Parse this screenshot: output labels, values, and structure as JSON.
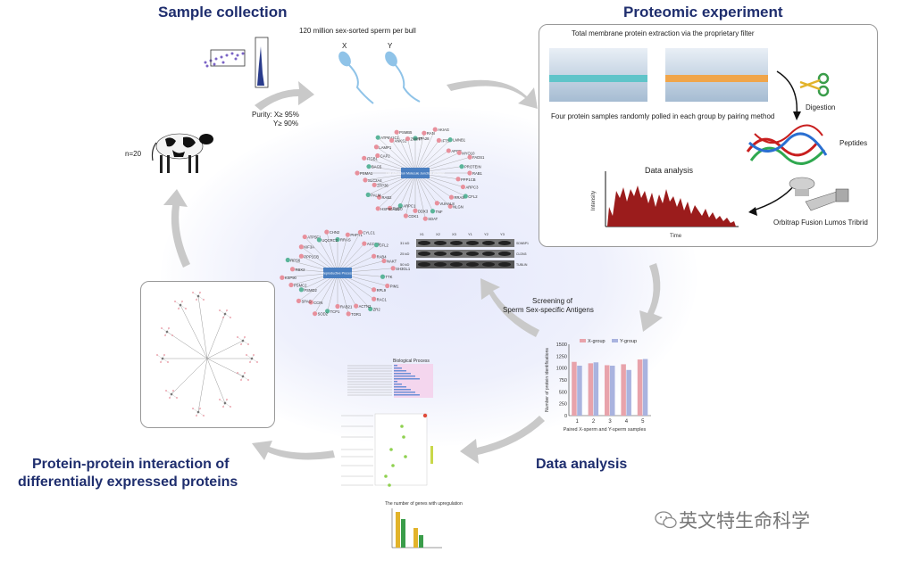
{
  "titles": {
    "sample_collection": "Sample collection",
    "proteomic_experiment": "Proteomic experiment",
    "ppi_line1": "Protein-protein interaction of",
    "ppi_line2": "differentially expressed proteins",
    "data_analysis": "Data analysis"
  },
  "sample": {
    "sperm_caption": "120 million sex-sorted sperm per bull",
    "x_label": "X",
    "y_label": "Y",
    "purity_line1": "Purity: X≥ 95%",
    "purity_line2": "Y≥ 90%",
    "n_label": "n=20"
  },
  "proteomic": {
    "extraction": "Total membrane protein extraction via the proprietary filter",
    "pooling": "Four protein samples randomly polled in each group by pairing method",
    "digestion": "Digestion",
    "peptides": "Peptides",
    "data_analysis": "Data analysis",
    "instrument": "Orbitrap Fusion Lumos Tribrid",
    "y_axis": "Intensity",
    "x_axis": "Time"
  },
  "screening": {
    "line1": "Screening of",
    "line2": "Sperm Sex-specific Antigens"
  },
  "western": {
    "lanes": [
      "X1",
      "X2",
      "X3",
      "Y1",
      "Y2",
      "Y3"
    ],
    "weights": [
      "31 kD",
      "25 kD",
      "50 kD"
    ],
    "proteins": [
      "SDNBP1",
      "CLDN3",
      "TUBLIN"
    ]
  },
  "chart_data": {
    "type": "bar",
    "categories": [
      "1",
      "2",
      "3",
      "4",
      "5"
    ],
    "series": [
      {
        "name": "X-group",
        "values": [
          1130,
          1100,
          1060,
          1080,
          1180
        ],
        "color": "#e8a3ab"
      },
      {
        "name": "Y-group",
        "values": [
          1050,
          1120,
          1050,
          960,
          1190
        ],
        "color": "#a9b3df"
      }
    ],
    "xlabel": "Paired X-sperm and Y-sperm samples",
    "ylabel": "Number of protein identifications",
    "yticks": [
      0,
      250,
      500,
      750,
      1000,
      1250,
      1500
    ],
    "ylim": [
      0,
      1500
    ],
    "legend": "top"
  },
  "enrichment": {
    "go_title": "Biological Process",
    "small_chart_title": "The number of genes with upregulation"
  },
  "network_top": {
    "hub": "Cell Adhesion Molecule Junction Proteins",
    "nodes": [
      "TPA28",
      "RAN",
      "AKIAG",
      "IFT57",
      "LMNB1",
      "APOE",
      "MYO10",
      "FADS1",
      "PROTEIN",
      "RAB1",
      "PPP1CB",
      "ARPC3",
      "CFL2",
      "RRAS",
      "NLGN",
      "VUHAL8",
      "TNF",
      "SDAT",
      "DDX3",
      "CDK1",
      "ARPC1",
      "TUBB",
      "HSP90AB1",
      "RAB2",
      "PALM",
      "ZFP36",
      "SLC2A4",
      "PSMA1",
      "BAG5",
      "ITGB1",
      "CAP2",
      "LAMP1",
      "ATP6V1C1",
      "ANKS1",
      "PSMB5",
      "ZWINT"
    ]
  },
  "network_bottom": {
    "hub": "Reproductive Process",
    "nodes": [
      "RRAS",
      "PHPT1",
      "CYLC1",
      "ACCSN",
      "CFL2",
      "RAB4",
      "NAKT",
      "SH3GL1",
      "TTK",
      "PIM1",
      "RPL9",
      "RAC1",
      "ZR2",
      "ACTN2",
      "TOR1",
      "RAB21",
      "TCP1",
      "SOD2",
      "CCIN",
      "SPAG",
      "PSMD2",
      "PSMC2",
      "KSP90",
      "RBX2",
      "RPS6",
      "PPP1CB",
      "KIF3A",
      "ATP5F1",
      "UQCRC2",
      "CHN2"
    ]
  },
  "watermark": "英文特生命科学",
  "colors": {
    "title": "#1f2e6e",
    "arrow": "#c9c9c9",
    "node_pink": "#e8909c",
    "node_teal": "#5bb59a",
    "hub": "#4a7fc1",
    "spectrum": "#9b1c1c"
  }
}
